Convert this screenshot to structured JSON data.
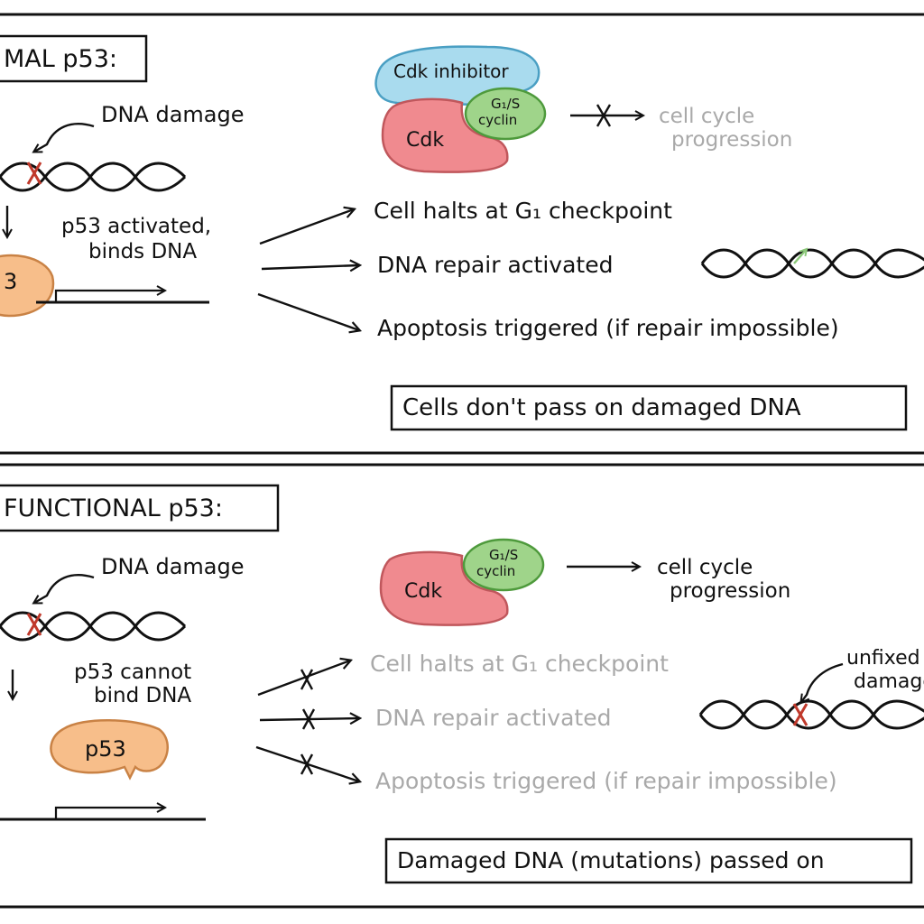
{
  "panels": {
    "normal": {
      "title": "MAL p53:",
      "dna_damage": "DNA damage",
      "p53_line1": "p53 activated,",
      "p53_line2": "binds DNA",
      "p53_label": "3",
      "cdk_inhibitor": "Cdk inhibitor",
      "cdk": "Cdk",
      "cyclin_line1": "G₁/S",
      "cyclin_line2": "cyclin",
      "progression_line1": "cell cycle",
      "progression_line2": "progression",
      "outcomes": [
        "Cell halts at G₁ checkpoint",
        "DNA repair activated",
        "Apoptosis triggered (if repair impossible)"
      ],
      "conclusion": "Cells don't pass on damaged DNA"
    },
    "dysfunctional": {
      "title": "FUNCTIONAL p53:",
      "dna_damage": "DNA damage",
      "p53_line1": "p53 cannot",
      "p53_line2": "bind DNA",
      "p53_label": "p53",
      "cdk": "Cdk",
      "cyclin_line1": "G₁/S",
      "cyclin_line2": "cyclin",
      "progression_line1": "cell cycle",
      "progression_line2": "progression",
      "outcomes": [
        "Cell halts at G₁ checkpoint",
        "DNA repair activated",
        "Apoptosis triggered (if repair impossible)"
      ],
      "unfixed_line1": "unfixed",
      "unfixed_line2": "damage",
      "conclusion": "Damaged DNA (mutations) passed on"
    }
  },
  "colors": {
    "cdk_fill": "#f08a8f",
    "cdk_stroke": "#c0575c",
    "inhibitor_fill": "#a9dbee",
    "inhibitor_stroke": "#4a9fc3",
    "cyclin_fill": "#9fd48a",
    "cyclin_stroke": "#4e9a3c",
    "p53_fill": "#f7be8a",
    "p53_stroke": "#c98245",
    "damage_mark": "#c0392b",
    "repair_arrow": "#8cc97a",
    "inactive_text": "#a9a9a9"
  }
}
